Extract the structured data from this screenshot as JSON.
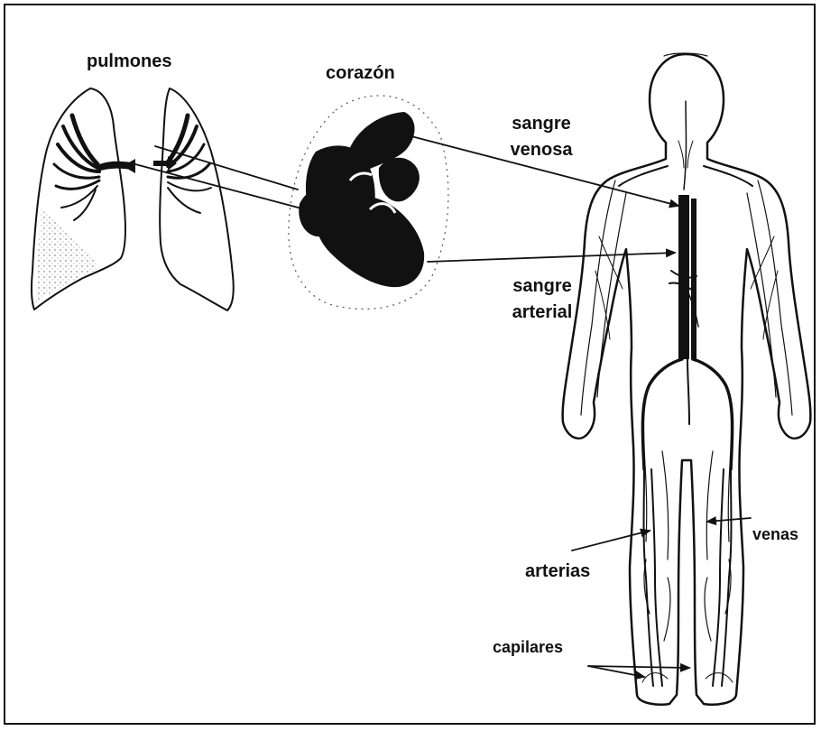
{
  "labels": {
    "pulmones": "pulmones",
    "corazon": "corazón",
    "sangre_venosa": [
      "sangre",
      "venosa"
    ],
    "sangre_arterial": [
      "sangre",
      "arterial"
    ],
    "venas": "venas",
    "arterias": "arterias",
    "capilares": "capilares"
  },
  "colors": {
    "ink": "#111111",
    "background": "#ffffff"
  }
}
